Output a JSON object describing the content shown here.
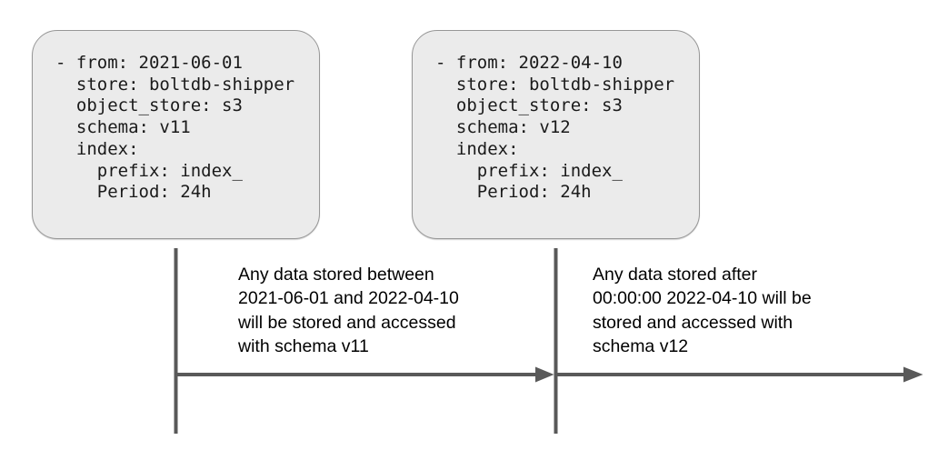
{
  "diagram": {
    "boxes": {
      "v11": {
        "lines": [
          "- from: 2021-06-01",
          "  store: boltdb-shipper",
          "  object_store: s3",
          "  schema: v11",
          "  index:",
          "    prefix: index_",
          "    Period: 24h"
        ]
      },
      "v12": {
        "lines": [
          "- from: 2022-04-10",
          "  store: boltdb-shipper",
          "  object_store: s3",
          "  schema: v12",
          "  index:",
          "    prefix: index_",
          "    Period: 24h"
        ]
      }
    },
    "annotations": {
      "v11": {
        "lines": [
          "Any data stored between",
          "2021-06-01 and 2022-04-10",
          "will be stored and accessed",
          "with schema v11"
        ]
      },
      "v12": {
        "lines": [
          "Any data stored after",
          "00:00:00 2022-04-10 will be",
          "stored and accessed with",
          "schema v12"
        ]
      }
    },
    "colors": {
      "background": "#ffffff",
      "box_fill": "#ebebeb",
      "box_border": "#979797",
      "timeline": "#595959",
      "code_text": "#1a1a1a",
      "annotation_text": "#000000"
    }
  }
}
